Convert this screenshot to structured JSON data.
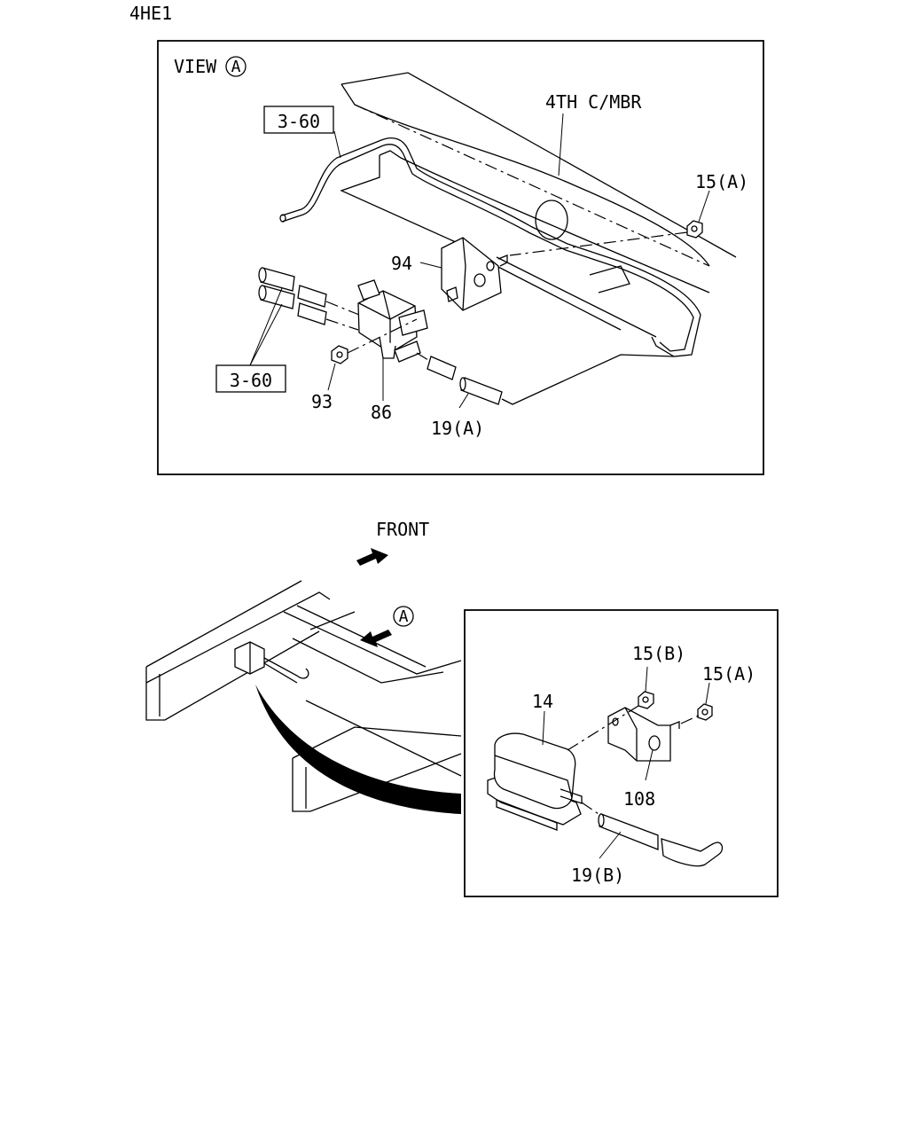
{
  "header": {
    "model_code": "4HE1"
  },
  "view_a": {
    "view_label": "VIEW",
    "view_marker": "A",
    "crossmember_label": "4TH C/MBR",
    "ref_top": "3-60",
    "ref_bottom": "3-60",
    "parts": {
      "p94": "94",
      "p93": "93",
      "p86": "86",
      "p19a": "19(A)",
      "p15a": "15(A)"
    }
  },
  "overview": {
    "front_label": "FRONT",
    "marker": "A"
  },
  "detail": {
    "parts": {
      "p14": "14",
      "p15b": "15(B)",
      "p15a": "15(A)",
      "p108": "108",
      "p19b": "19(B)"
    }
  }
}
